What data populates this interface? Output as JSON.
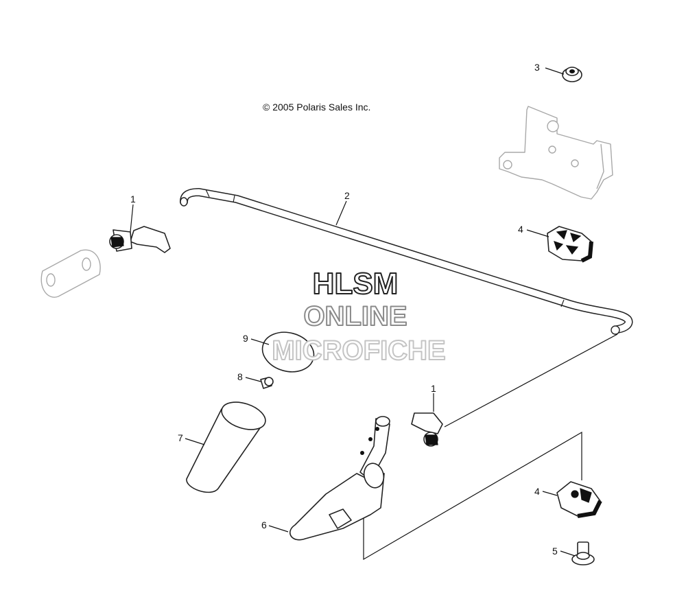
{
  "copyright": "© 2005 Polaris Sales Inc.",
  "watermark": {
    "line1": "HLSM",
    "line2": "ONLINE",
    "line3": "MICROFICHE"
  },
  "callouts": [
    {
      "id": "c1a",
      "label": "1"
    },
    {
      "id": "c2",
      "label": "2"
    },
    {
      "id": "c3",
      "label": "3"
    },
    {
      "id": "c4a",
      "label": "4"
    },
    {
      "id": "c9",
      "label": "9"
    },
    {
      "id": "c8",
      "label": "8"
    },
    {
      "id": "c1b",
      "label": "1"
    },
    {
      "id": "c7",
      "label": "7"
    },
    {
      "id": "c4b",
      "label": "4"
    },
    {
      "id": "c6",
      "label": "6"
    },
    {
      "id": "c5",
      "label": "5"
    }
  ]
}
